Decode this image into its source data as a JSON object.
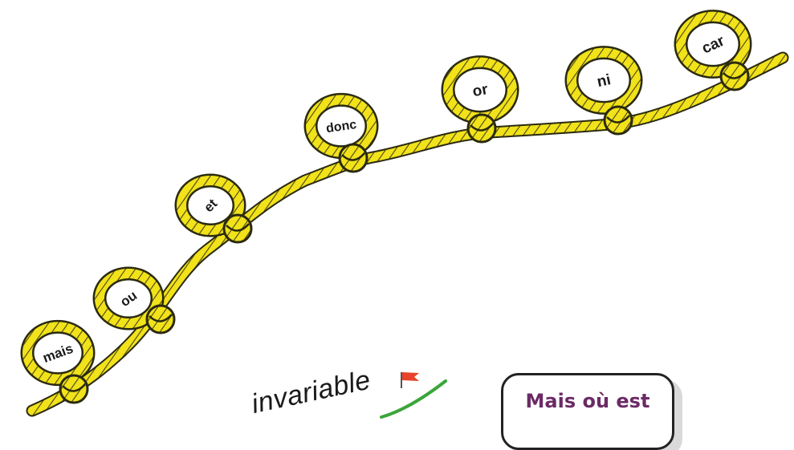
{
  "knots": [
    "mais",
    "ou",
    "et",
    "donc",
    "or",
    "ni",
    "car"
  ],
  "tag": {
    "word": "invariable"
  },
  "callout": {
    "text": "Mais où est"
  },
  "colors": {
    "rope": "#f1e21a",
    "rope_outline": "#2a2a10",
    "loop_inner": "#ffffff",
    "callout_text": "#6b2a66",
    "flag": "#e8442c",
    "check": "#3aa53a"
  }
}
